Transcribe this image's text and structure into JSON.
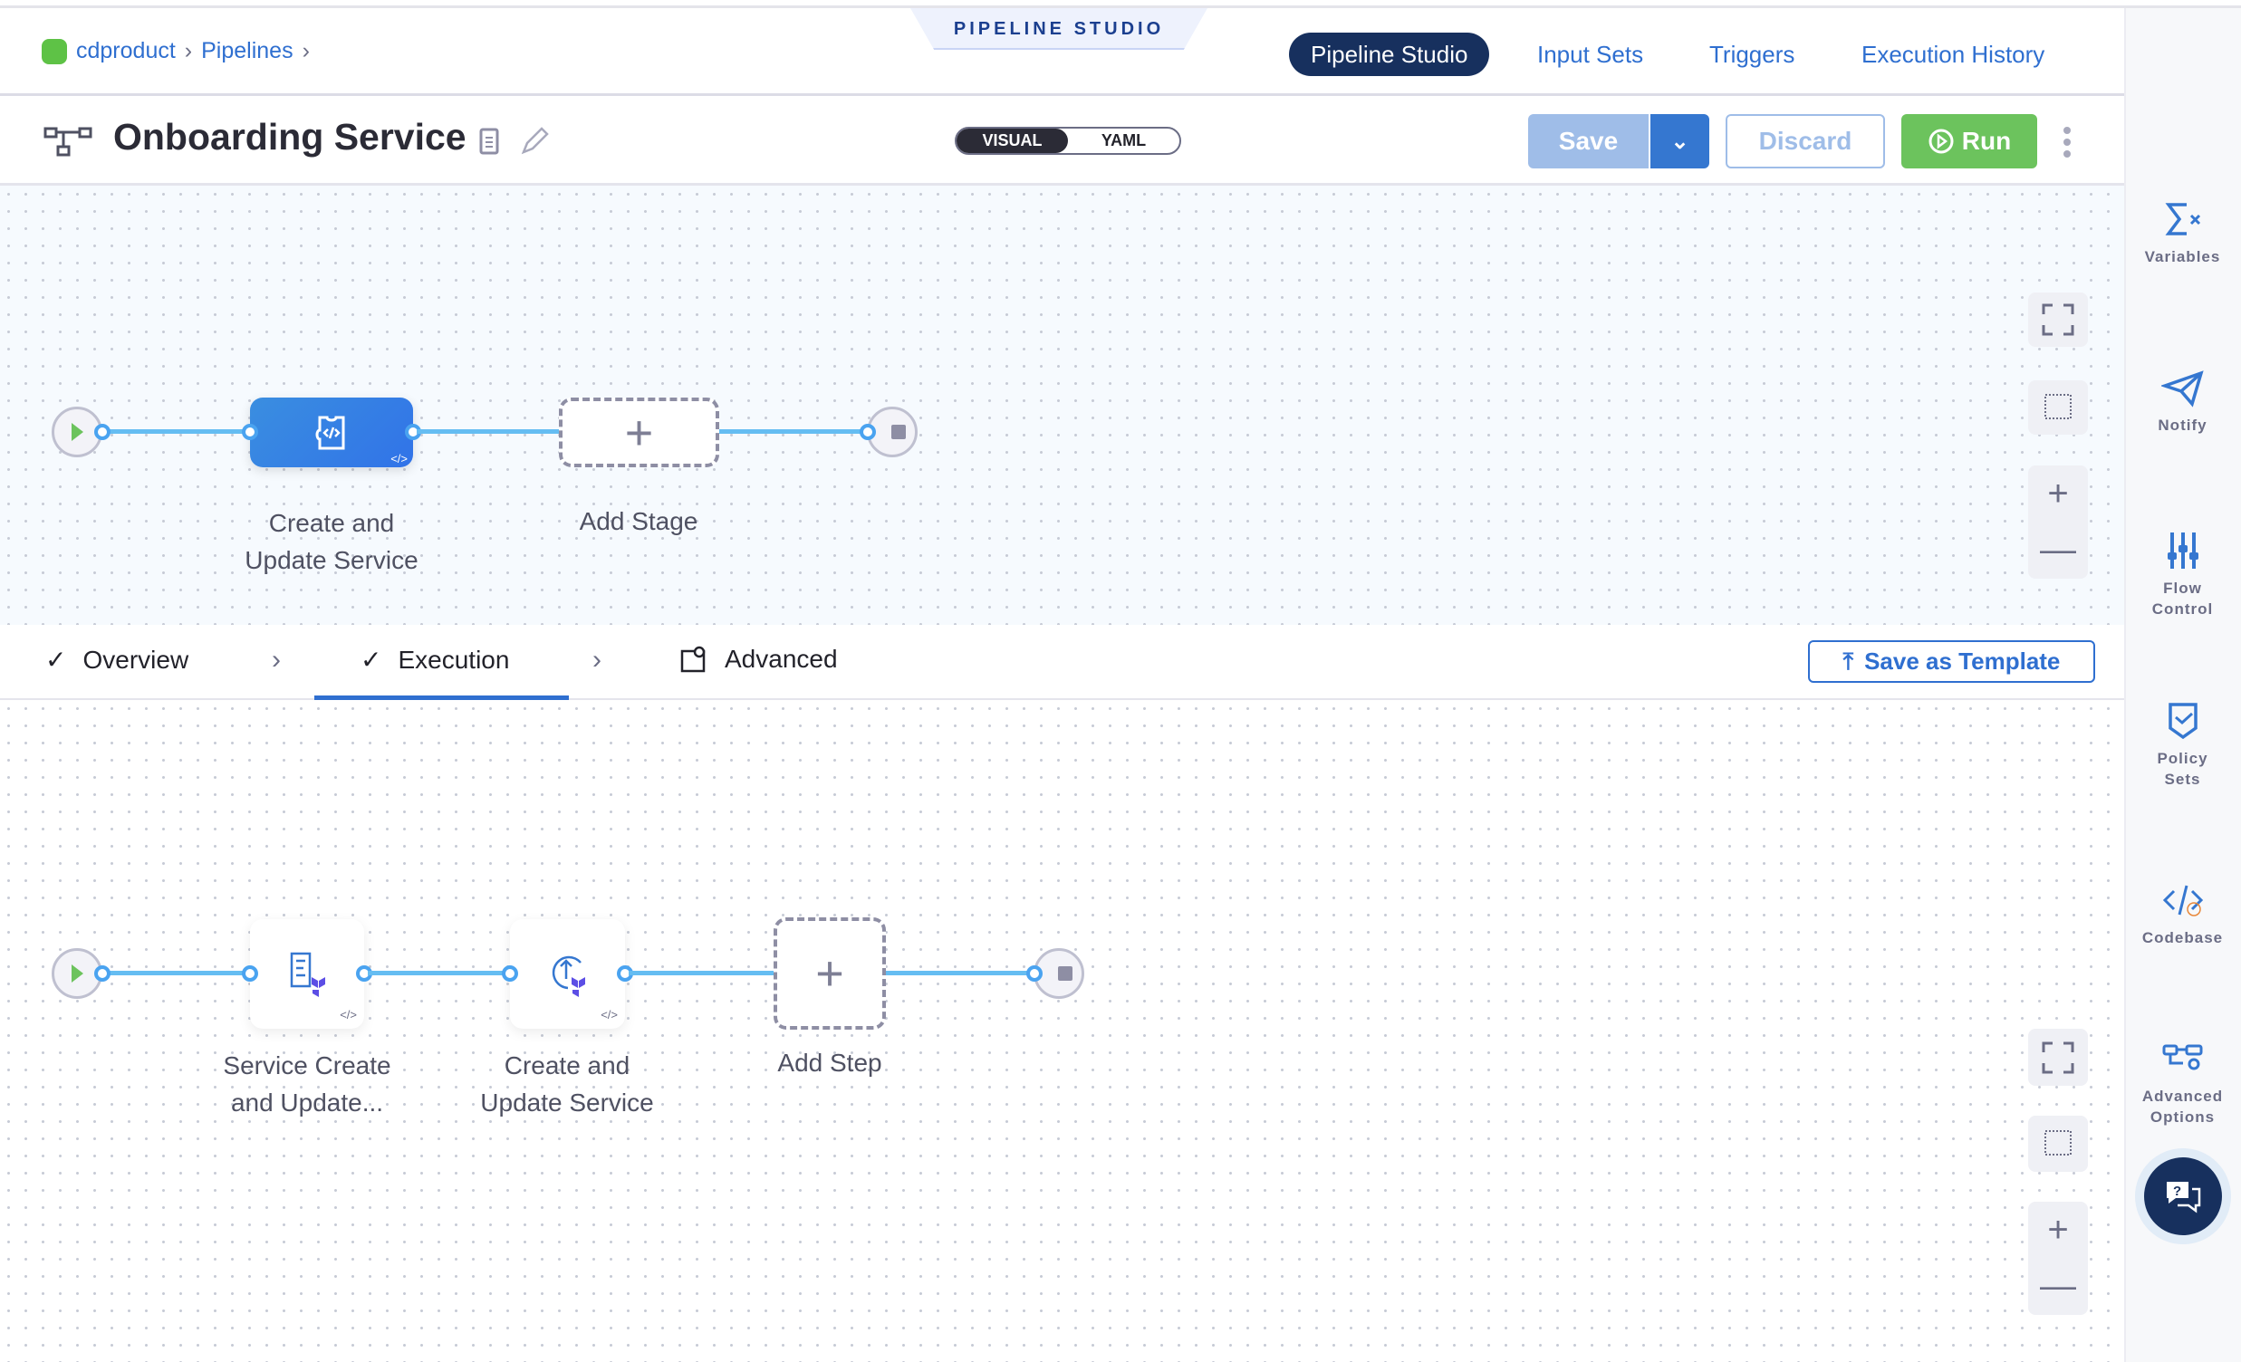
{
  "breadcrumb": {
    "items": [
      "cdproduct",
      "Pipelines"
    ]
  },
  "studio_tab": "PIPELINE STUDIO",
  "nav": {
    "items": [
      "Pipeline Studio",
      "Input Sets",
      "Triggers",
      "Execution History"
    ],
    "active": "Pipeline Studio"
  },
  "pipeline": {
    "name": "Onboarding Service"
  },
  "view_toggle": {
    "visual": "VISUAL",
    "yaml": "YAML",
    "selected": "VISUAL"
  },
  "actions": {
    "save": "Save",
    "discard": "Discard",
    "run": "Run"
  },
  "stage_graph": {
    "stages": [
      {
        "label_line1": "Create and",
        "label_line2": "Update Service"
      }
    ],
    "add_stage": "Add Stage"
  },
  "stage_tabs": {
    "items": [
      "Overview",
      "Execution",
      "Advanced"
    ],
    "active": "Execution",
    "save_as_template": "Save as Template"
  },
  "step_graph": {
    "steps": [
      {
        "label_line1": "Service Create",
        "label_line2": "and Update..."
      },
      {
        "label_line1": "Create and",
        "label_line2": "Update Service"
      }
    ],
    "add_step": "Add Step"
  },
  "sidebar": {
    "items": [
      {
        "icon": "variables-icon",
        "line1": "Variables",
        "line2": ""
      },
      {
        "icon": "notify-icon",
        "line1": "Notify",
        "line2": ""
      },
      {
        "icon": "flow-control-icon",
        "line1": "Flow",
        "line2": "Control"
      },
      {
        "icon": "policy-sets-icon",
        "line1": "Policy",
        "line2": "Sets"
      },
      {
        "icon": "codebase-icon",
        "line1": "Codebase",
        "line2": ""
      },
      {
        "icon": "advanced-options-icon",
        "line1": "Advanced",
        "line2": "Options"
      }
    ]
  },
  "colors": {
    "primary": "#2f6fd0",
    "nav_active": "#17305e",
    "run": "#6cc35d",
    "stage": "#3b86e0",
    "connector": "#65bdf2"
  }
}
